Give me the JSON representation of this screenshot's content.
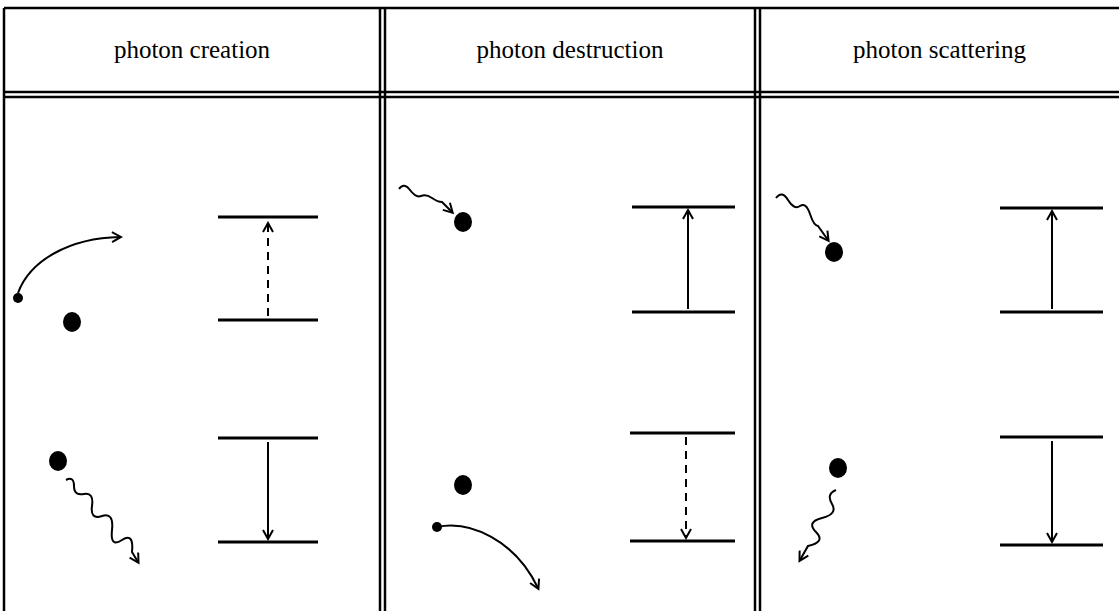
{
  "diagram": {
    "labels": [
      "photon creation",
      "photon destruction",
      "photon scattering"
    ]
  }
}
